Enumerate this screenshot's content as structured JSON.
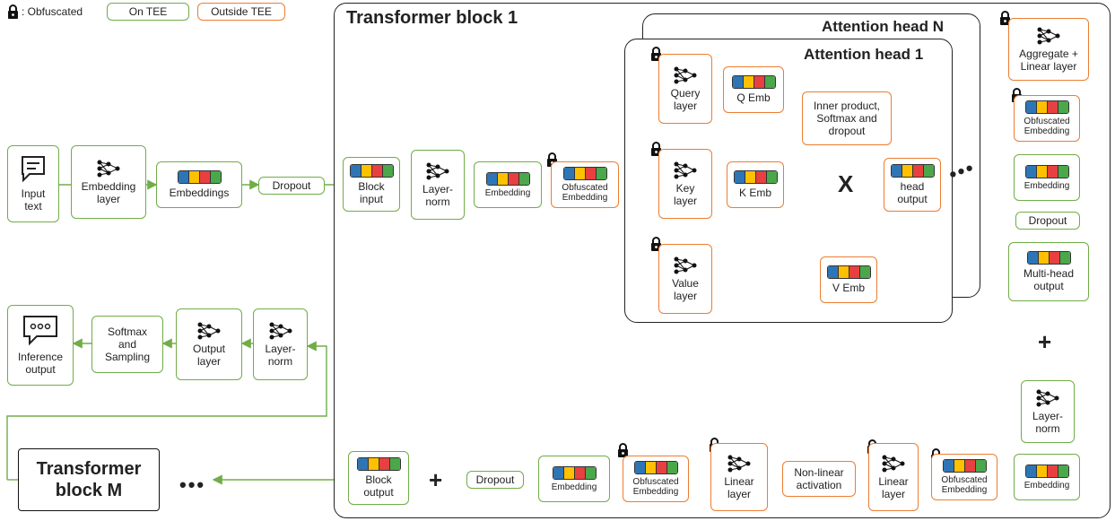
{
  "legend": {
    "obfuscated": ": Obfuscated",
    "on_tee": "On TEE",
    "outside_tee": "Outside TEE"
  },
  "frames": {
    "block1": "Transformer block 1",
    "headN": "Attention head N",
    "head1": "Attention head 1"
  },
  "nodes": {
    "input_text": [
      "Input",
      "text"
    ],
    "embedding_layer": [
      "Embedding",
      "layer"
    ],
    "embeddings": [
      "Embeddings"
    ],
    "dropout1": [
      "Dropout"
    ],
    "block_input": [
      "Block",
      "input"
    ],
    "layernorm1": [
      "Layer-",
      "norm"
    ],
    "embedding1": [
      "Embedding"
    ],
    "obf_emb1": [
      "Obfuscated",
      "Embedding"
    ],
    "query_layer": [
      "Query",
      "layer"
    ],
    "key_layer": [
      "Key",
      "layer"
    ],
    "value_layer": [
      "Value",
      "layer"
    ],
    "q_emb": [
      "Q Emb"
    ],
    "k_emb": [
      "K Emb"
    ],
    "v_emb": [
      "V Emb"
    ],
    "inner_product": [
      "Inner product,",
      "Softmax and",
      "dropout"
    ],
    "head_output": [
      "head",
      "output"
    ],
    "aggregate": [
      "Aggregate +",
      "Linear layer"
    ],
    "obf_emb2": [
      "Obfuscated",
      "Embedding"
    ],
    "embedding2": [
      "Embedding"
    ],
    "dropout2": [
      "Dropout"
    ],
    "multihead": [
      "Multi-head",
      "output"
    ],
    "layernorm2": [
      "Layer-",
      "norm"
    ],
    "embedding3": [
      "Embedding"
    ],
    "obf_emb3": [
      "Obfuscated",
      "Embedding"
    ],
    "linear1": [
      "Linear",
      "layer"
    ],
    "nonlinear": [
      "Non-linear",
      "activation"
    ],
    "linear2": [
      "Linear",
      "layer"
    ],
    "obf_emb4": [
      "Obfuscated",
      "Embedding"
    ],
    "embedding4": [
      "Embedding"
    ],
    "dropout3": [
      "Dropout"
    ],
    "block_output": [
      "Block",
      "output"
    ],
    "transformer_m": [
      "Transformer",
      "block M"
    ],
    "layernorm3": [
      "Layer-",
      "norm"
    ],
    "output_layer": [
      "Output",
      "layer"
    ],
    "softmax_sampling": [
      "Softmax",
      "and",
      "Sampling"
    ],
    "inference_output": [
      "Inference",
      "output"
    ]
  },
  "symbols": {
    "multiply": "X",
    "plus": "+",
    "ellipsis": "•••"
  },
  "colors": {
    "on_tee": "#70ad47",
    "outside_tee": "#ed7d31",
    "arrow": "#70ad47",
    "emb_blue": "#2e75b6",
    "emb_yellow": "#ffc000",
    "emb_red": "#e84040",
    "emb_green": "#4aa84a"
  },
  "icons": [
    "lock-icon",
    "neural-network-icon",
    "embedding-vector-icon",
    "text-message-icon",
    "speech-bubble-icon"
  ]
}
